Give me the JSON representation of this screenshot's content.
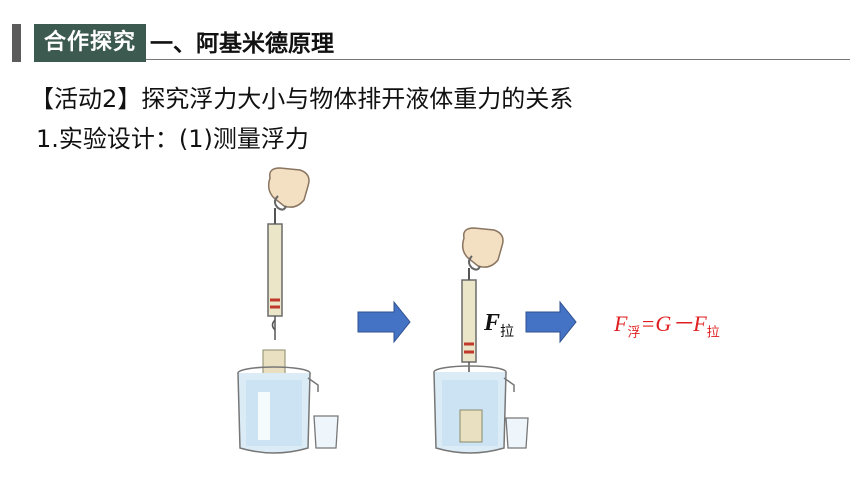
{
  "header": {
    "tag_label": "合作探究",
    "section_title": "一、阿基米德原理"
  },
  "content": {
    "activity_title": "【活动2】探究浮力大小与物体排开液体重力的关系",
    "design_line": "1.实验设计：(1)测量浮力"
  },
  "figure": {
    "force_symbol": "F",
    "force_subscript": "拉",
    "formula": {
      "f": "F",
      "f_sub": "浮",
      "mid": "=G－",
      "f2": "F",
      "f2_sub": "拉"
    }
  },
  "colors": {
    "tag_bg": "#3d5a50",
    "arrow_blue": "#4472c4",
    "formula_red": "#e02020",
    "water": "#cfe6f5"
  }
}
